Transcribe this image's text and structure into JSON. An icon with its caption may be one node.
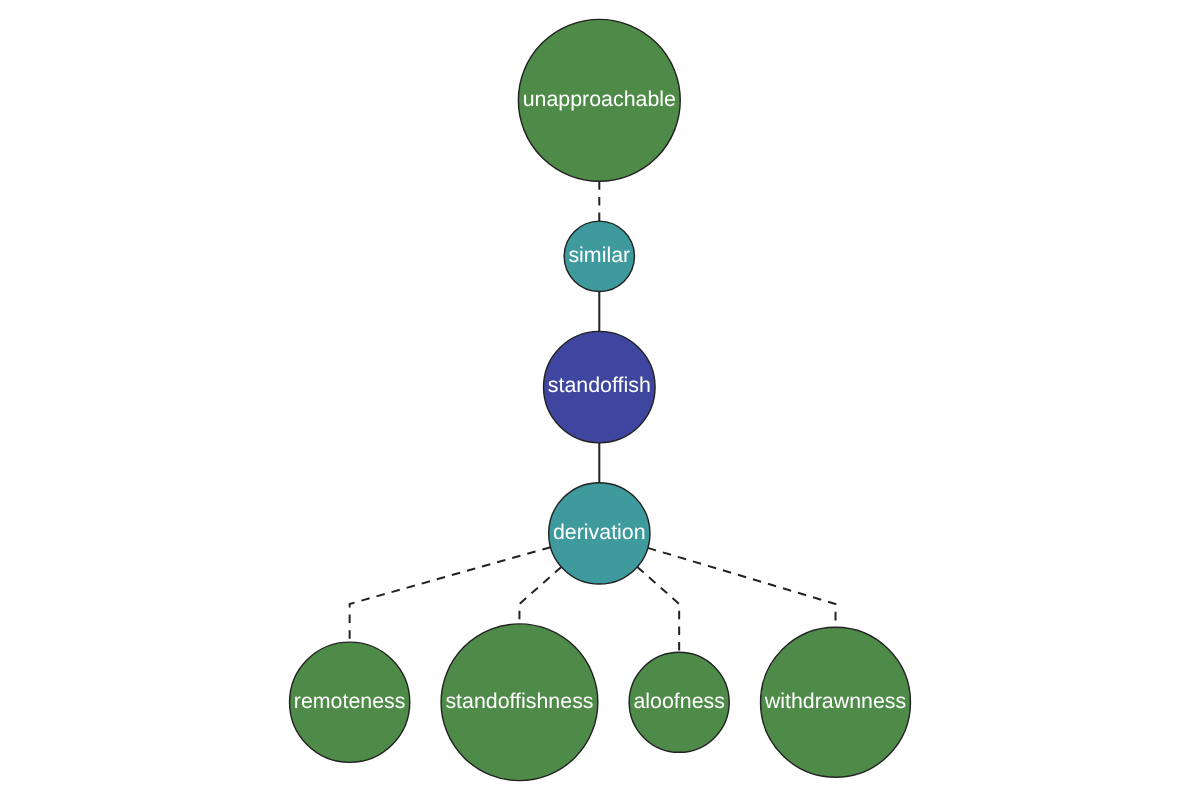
{
  "diagram": {
    "nodes": [
      {
        "text": [
          "unapproachable"
        ]
      },
      {
        "text": [
          "similar"
        ]
      },
      {
        "text": [
          "standoffish"
        ]
      },
      {
        "text": [
          "derivation"
        ]
      },
      {
        "text": [
          "remoteness"
        ]
      },
      {
        "text": [
          "standoffishness"
        ]
      },
      {
        "text": [
          "aloofness"
        ]
      },
      {
        "text": [
          "withdrawnness"
        ]
      }
    ],
    "edges": [
      {
        "from": 0,
        "to": 1,
        "arrow": "none",
        "style": "dashed"
      },
      {
        "from": 1,
        "to": 2,
        "arrow": "none"
      },
      {
        "from": 2,
        "to": 3,
        "arrow": "none"
      },
      {
        "from": 3,
        "to": 4,
        "arrow": "none",
        "style": "dashed"
      },
      {
        "from": 3,
        "to": 5,
        "arrow": "none",
        "style": "dashed"
      },
      {
        "from": 3,
        "to": 6,
        "arrow": "none",
        "style": "dashed"
      },
      {
        "from": 3,
        "to": 7,
        "arrow": "none",
        "style": "dashed"
      }
    ]
  }
}
